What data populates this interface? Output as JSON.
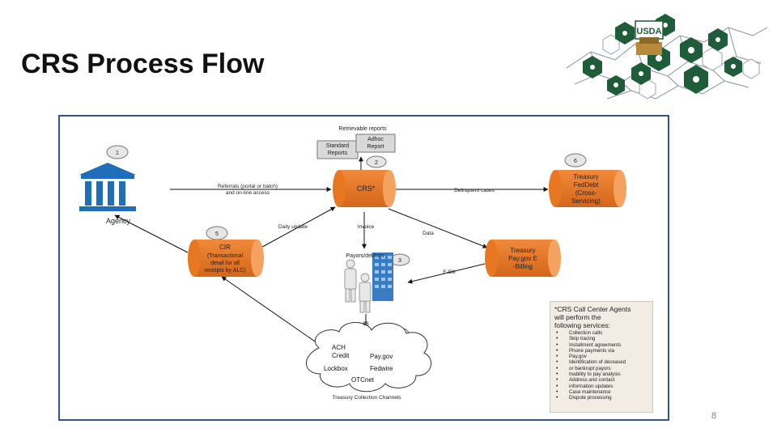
{
  "slide": {
    "title": "CRS Process Flow",
    "page_number": "8"
  },
  "logo": {
    "text": "USDA"
  },
  "diagram": {
    "top_label": "Retrievable reports",
    "reports": {
      "standard": [
        "Standard",
        "Reports"
      ],
      "adhoc": [
        "Adhoc",
        "Report"
      ]
    },
    "steps": [
      "1",
      "2",
      "3",
      "4",
      "5",
      "6"
    ],
    "agency_label": "Agency",
    "crs_label": "CRS*",
    "treasury_fd": [
      "Treasury",
      "FedDebt",
      "(Cross-",
      "Servicing)"
    ],
    "cir": [
      "CIR",
      "(Transactional",
      "detail for all",
      "receipts by ALC)"
    ],
    "pay_gov": [
      "Treasury",
      "Pay.gov E",
      "-Billing"
    ],
    "referrals": [
      "Referrals (portal or batch)",
      "and on-line access"
    ],
    "delinquent_cases": "Delinquent cases",
    "daily_update": "Daily update",
    "invoice": "Invoice",
    "data_label": "Data",
    "payors": "Payors/debtors",
    "ebill": "E-Bill",
    "dollar": "$$",
    "channels": [
      "ACH",
      "Credit",
      "Pay.gov",
      "Lockbox",
      "Fedwire",
      "OTCnet"
    ],
    "channels_caption": "Treasury Collection Channels"
  },
  "services": {
    "title": [
      "*CRS Call Center Agents",
      "will perform the",
      "following services:"
    ],
    "items": [
      "Collection calls",
      "Skip tracing",
      "Installment agreements",
      "Phone payments via",
      "Pay.gov",
      "Identification of deceased",
      "or bankrupt payors",
      "Inability to pay analysis",
      "Address and contact",
      "information updates",
      "Case maintenance",
      "Dispute processing"
    ]
  },
  "colors": {
    "orange": "#e87722",
    "agency_blue": "#1f6fb8",
    "usda_green": "#1f5c3a",
    "frame": "#2f5597"
  }
}
